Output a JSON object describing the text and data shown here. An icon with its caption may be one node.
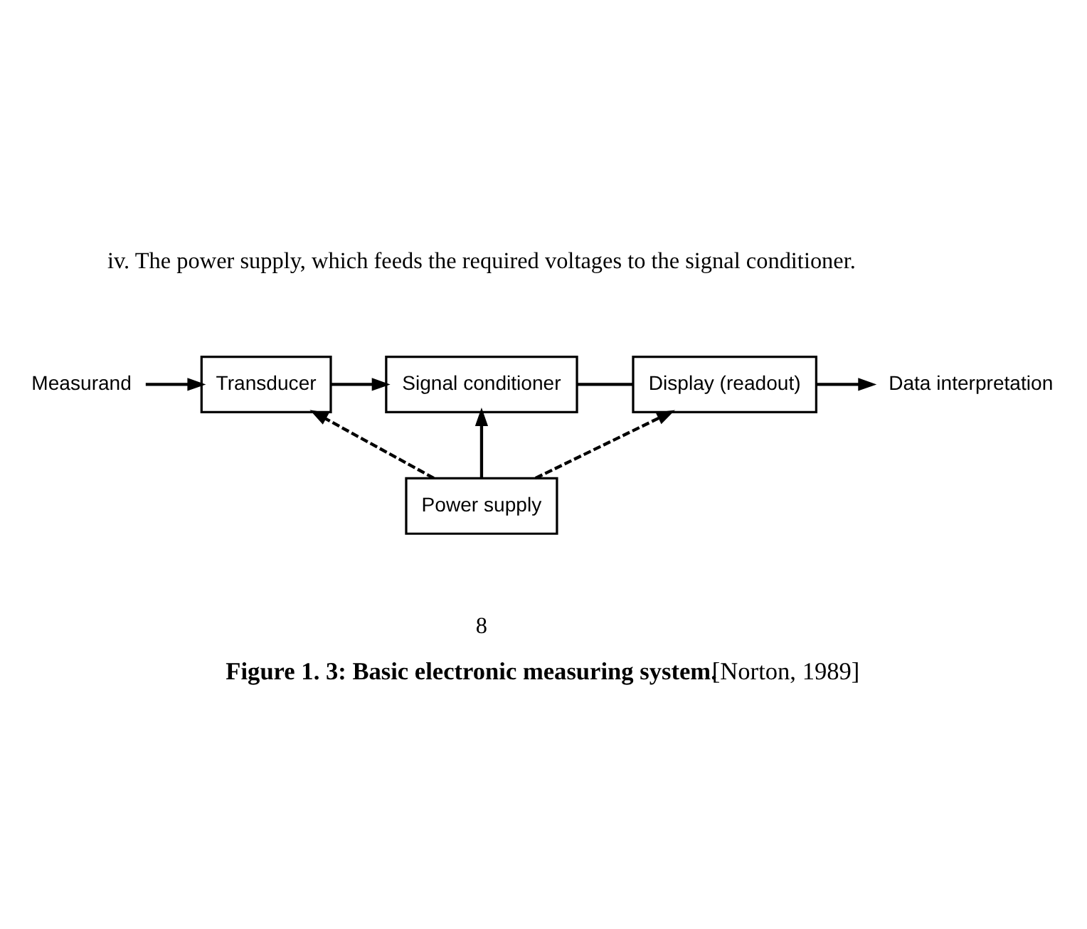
{
  "diagram": {
    "caption": "**Figure 1. 3: Basic electronic measuring system.**[Norton, 1989]",
    "nodes": [
      {
        "text": [
          "Measurand"
        ]
      },
      {
        "text": [
          "Transducer"
        ]
      },
      {
        "text": [
          "Signal conditioner"
        ]
      },
      {
        "text": [
          "Display (readout)"
        ]
      },
      {
        "text": [
          "Data interpretation"
        ]
      },
      {
        "text": [
          "Power supply"
        ]
      }
    ],
    "edges": [
      {
        "from": 0,
        "to": 1,
        "arrow": "to"
      },
      {
        "from": 1,
        "to": 2,
        "arrow": "to"
      },
      {
        "from": 2,
        "to": 3,
        "arrow": "none"
      },
      {
        "from": 3,
        "to": 4,
        "arrow": "to"
      },
      {
        "from": 5,
        "to": 1,
        "arrow": "to",
        "style": "dashed"
      },
      {
        "from": 5,
        "to": 2,
        "arrow": "to"
      },
      {
        "from": 5,
        "to": 3,
        "arrow": "to",
        "style": "dashed"
      }
    ],
    "labels": [
      "iv. The power supply, which feeds the required voltages to the signal conditioner.",
      "8"
    ]
  }
}
